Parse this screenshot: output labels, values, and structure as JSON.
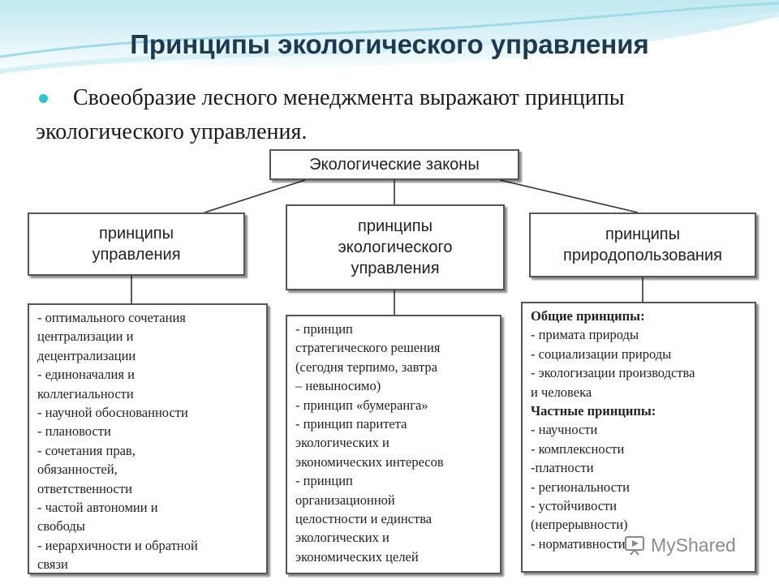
{
  "slide": {
    "title": "Принципы экологического управления",
    "bullet": "Своеобразие лесного менеджмента выражают принципы экологического управления."
  },
  "diagram": {
    "root": "Экологические законы",
    "branches": [
      {
        "title_lines": [
          "принципы",
          "управления"
        ],
        "items": [
          "- оптимального сочетания",
          "централизации и",
          "децентрализации",
          "- единоначалия и",
          "коллегиальности",
          "- научной обоснованности",
          "- плановости",
          "- сочетания прав,",
          "обязанностей,",
          "ответственности",
          "- частой автономии и",
          "свободы",
          "- иерархичности и обратной",
          "связи"
        ]
      },
      {
        "title_lines": [
          "принципы",
          "экологического",
          "управления"
        ],
        "items": [
          "- принцип",
          "стратегического решения",
          "(сегодня терпимо, завтра",
          "– невыносимо)",
          "- принцип «бумеранга»",
          "- принцип паритета",
          "экологических и",
          "экономических интересов",
          "- принцип",
          "организационной",
          "целостности и единства",
          "экологических и",
          "экономических целей"
        ]
      },
      {
        "title_lines": [
          "принципы",
          "природопользования"
        ],
        "items": [
          "Общие принципы:",
          "- примата природы",
          "- социализации природы",
          "- экологизации производства",
          "и человека",
          "Частные принципы:",
          "- научности",
          "- комплексности",
          "-платности",
          "- региональности",
          "- устойчивости",
          "(непрерывности)",
          "- нормативности"
        ],
        "bold_items": [
          0,
          5
        ]
      }
    ]
  },
  "watermark": {
    "text": "MyShared",
    "icon": "slideshow-icon"
  },
  "colors": {
    "title": "#1c3a52",
    "bullet": "#33c2cc",
    "wave_light": "#cfeef4",
    "wave_dark": "#8fd4e3"
  }
}
